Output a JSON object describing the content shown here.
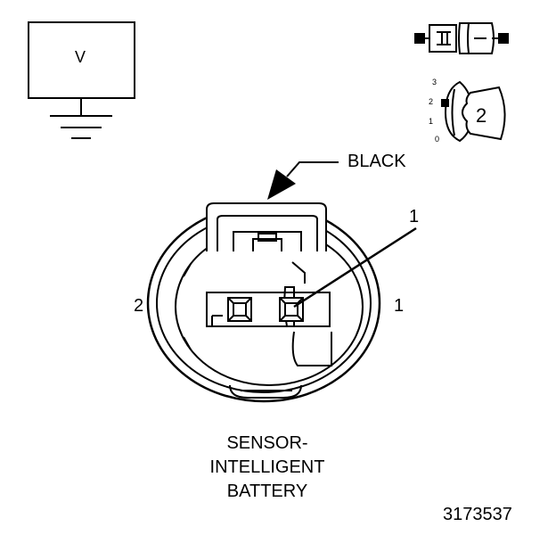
{
  "meter": {
    "label": "V"
  },
  "connector": {
    "color": "BLACK",
    "pins": {
      "callout": "1",
      "left": "2",
      "right": "1"
    },
    "name_lines": [
      "SENSOR-",
      "INTELLIGENT",
      "BATTERY"
    ]
  },
  "position_indicator": {
    "scale": [
      "3",
      "2",
      "1",
      "0"
    ],
    "value": "2"
  },
  "figure_id": "3173537"
}
